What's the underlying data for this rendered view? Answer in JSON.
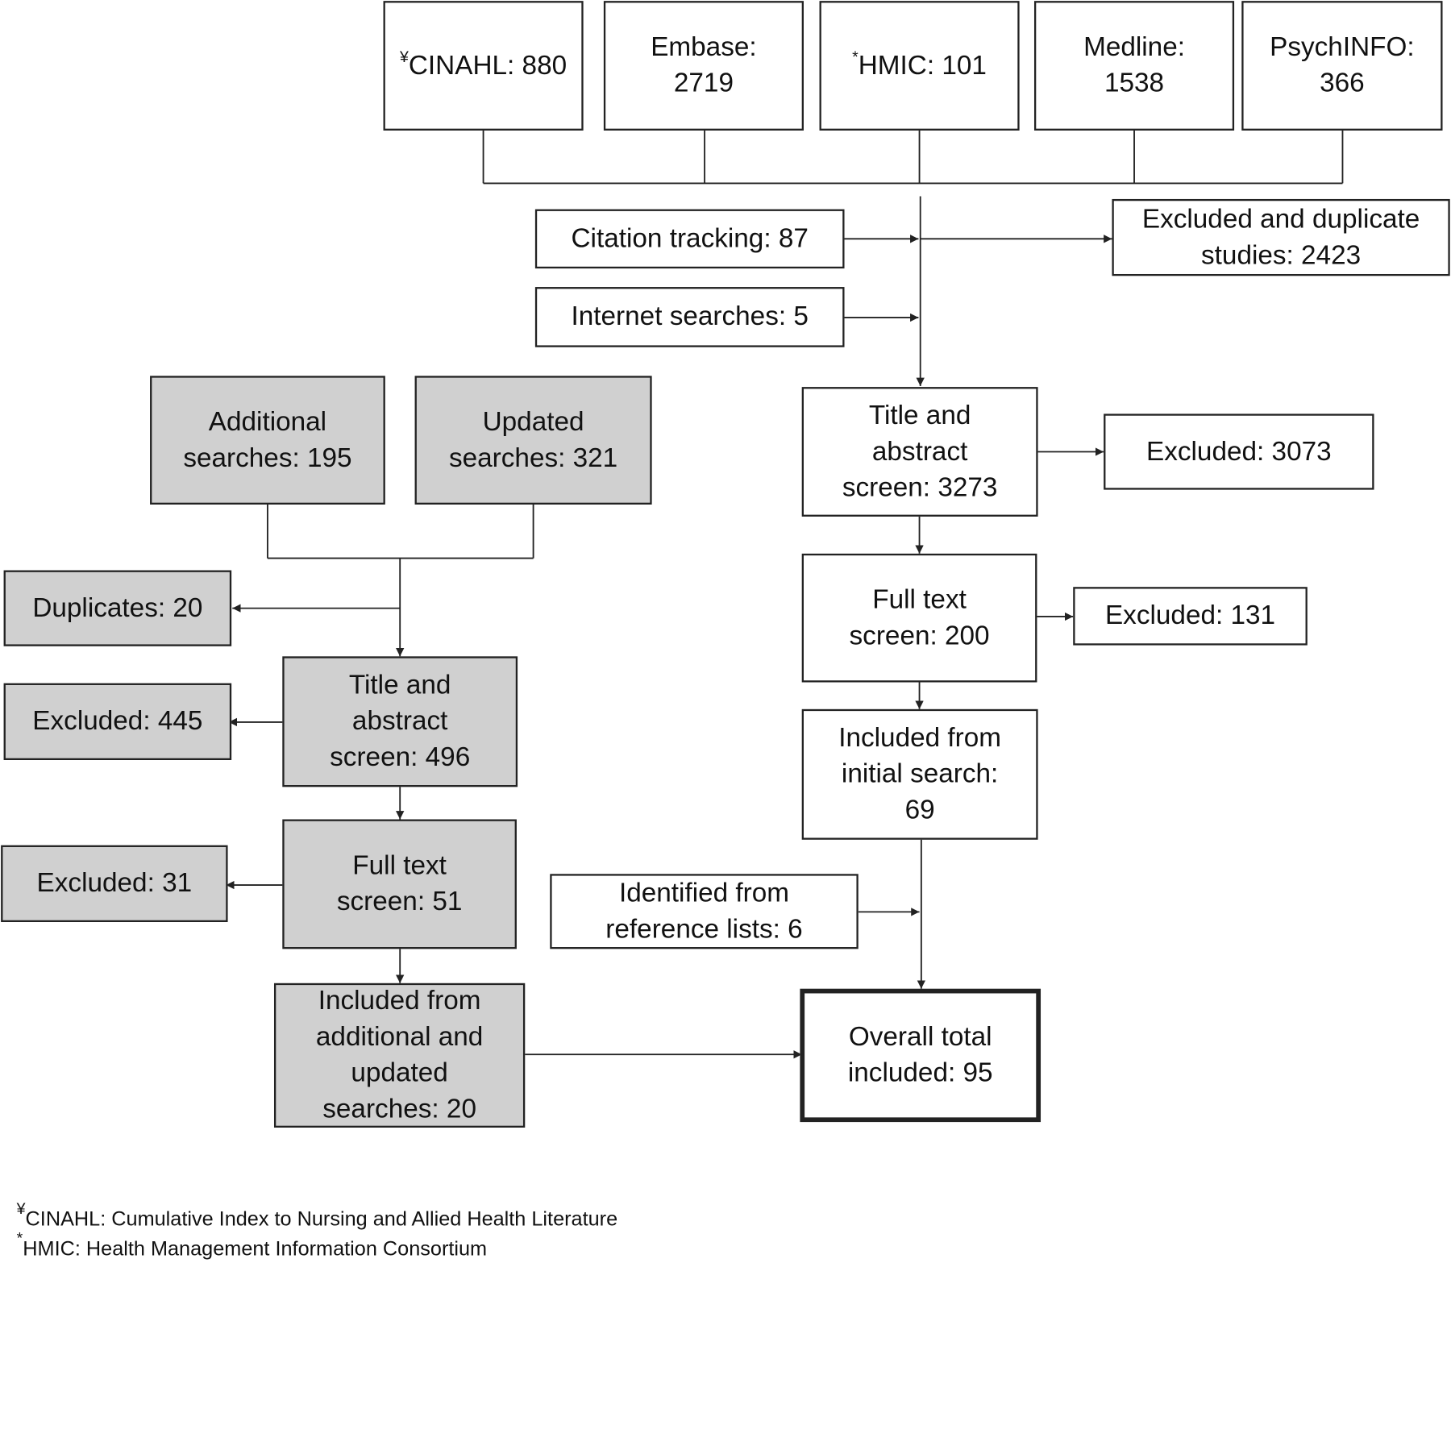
{
  "sources": {
    "cinahl": {
      "mark": "¥",
      "label": "CINAHL: 880"
    },
    "embase": {
      "label": "Embase:\n2719"
    },
    "hmic": {
      "mark": "*",
      "label": "HMIC: 101"
    },
    "medline": {
      "label": "Medline:\n1538"
    },
    "psychinfo": {
      "label": "PsychINFO:\n366"
    }
  },
  "initial": {
    "citation_tracking": "Citation tracking: 87",
    "internet_searches": "Internet searches: 5",
    "excluded_duplicates": "Excluded and duplicate\nstudies: 2423",
    "title_abstract": "Title and\nabstract\nscreen: 3273",
    "excluded_title_abstract": "Excluded: 3073",
    "full_text": "Full text\nscreen: 200",
    "excluded_full_text": "Excluded: 131",
    "included": "Included from\ninitial search:\n69",
    "reference_lists": "Identified from\nreference lists: 6"
  },
  "additional": {
    "additional_searches": "Additional\nsearches: 195",
    "updated_searches": "Updated\nsearches: 321",
    "duplicates": "Duplicates: 20",
    "title_abstract": "Title and\nabstract\nscreen: 496",
    "excluded_title_abstract": "Excluded: 445",
    "full_text": "Full text\nscreen: 51",
    "excluded_full_text": "Excluded: 31",
    "included": "Included from\nadditional and\nupdated\nsearches: 20"
  },
  "overall_total": "Overall total\nincluded: 95",
  "footnotes": [
    {
      "mark": "¥",
      "text": "CINAHL: Cumulative Index to Nursing and Allied Health Literature"
    },
    {
      "mark": "*",
      "text": "HMIC: Health Management Information Consortium"
    }
  ],
  "colors": {
    "line": "#222222",
    "grey_box": "#d0d0d0",
    "white_box": "#ffffff"
  }
}
